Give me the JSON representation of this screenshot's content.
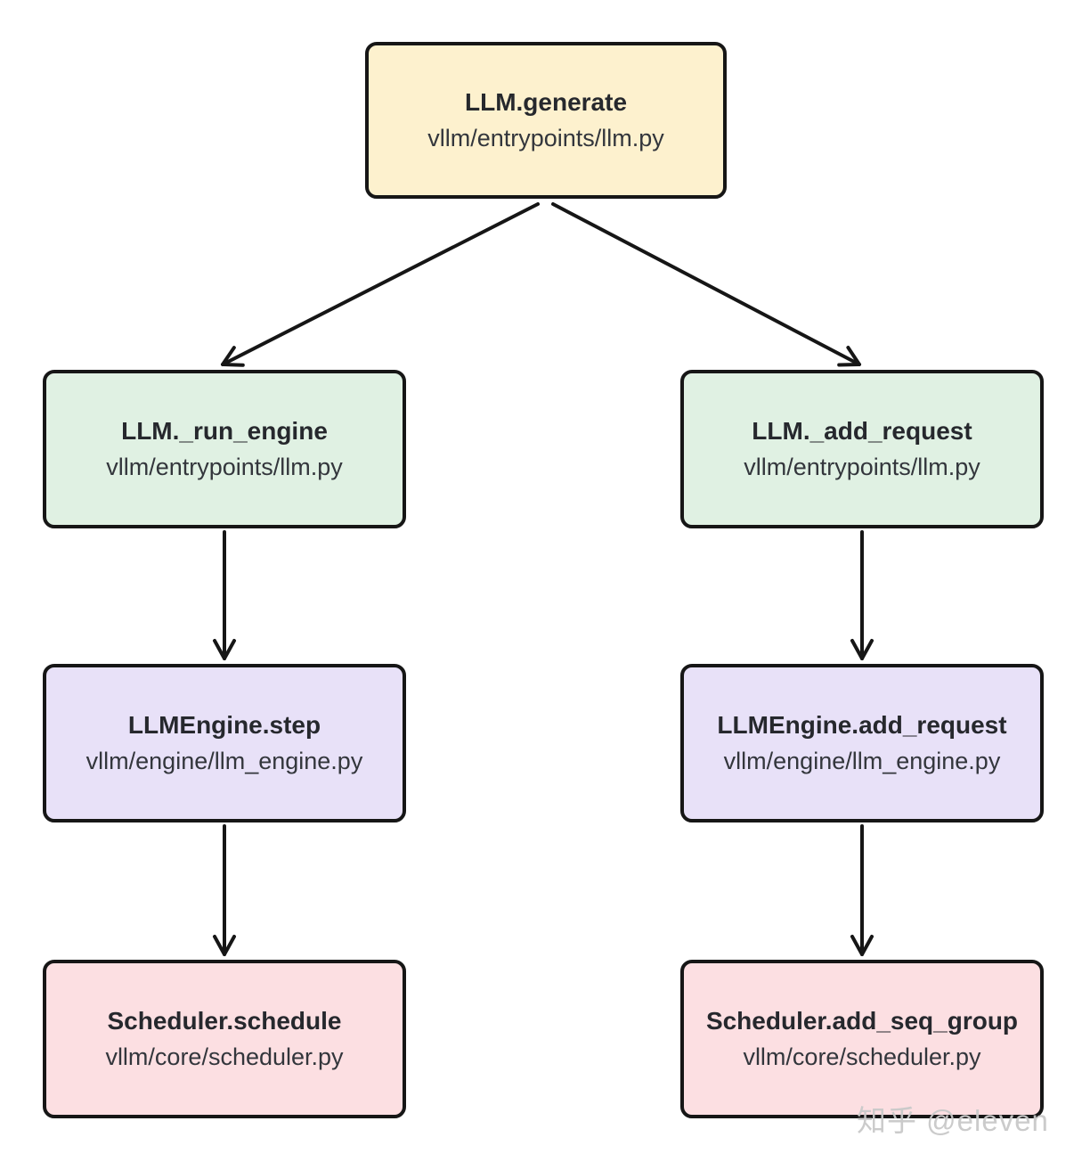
{
  "colors": {
    "background": "#ffffff",
    "node_border": "#161616",
    "arrow": "#161616",
    "title_text": "#26282d",
    "path_text": "#33363c",
    "watermark_text": "#c9c9c9",
    "yellow_fill": "#fdf1ce",
    "green_fill": "#e0f1e3",
    "purple_fill": "#e8e1f8",
    "pink_fill": "#fcdfe2"
  },
  "diagram": {
    "nodes": [
      {
        "id": "llm-generate",
        "label": "LLM.generate",
        "path": "vllm/entrypoints/llm.py",
        "fill": "#fdf1ce"
      },
      {
        "id": "llm-run-engine",
        "label": "LLM._run_engine",
        "path": "vllm/entrypoints/llm.py",
        "fill": "#e0f1e3"
      },
      {
        "id": "llm-add-request",
        "label": "LLM._add_request",
        "path": "vllm/entrypoints/llm.py",
        "fill": "#e0f1e3"
      },
      {
        "id": "llmengine-step",
        "label": "LLMEngine.step",
        "path": "vllm/engine/llm_engine.py",
        "fill": "#e8e1f8"
      },
      {
        "id": "llmengine-add-request",
        "label": "LLMEngine.add_request",
        "path": "vllm/engine/llm_engine.py",
        "fill": "#e8e1f8"
      },
      {
        "id": "scheduler-schedule",
        "label": "Scheduler.schedule",
        "path": "vllm/core/scheduler.py",
        "fill": "#fcdfe2"
      },
      {
        "id": "scheduler-add-seq-group",
        "label": "Scheduler.add_seq_group",
        "path": "vllm/core/scheduler.py",
        "fill": "#fcdfe2"
      }
    ],
    "edges": [
      {
        "from": "llm-generate",
        "to": "llm-run-engine"
      },
      {
        "from": "llm-generate",
        "to": "llm-add-request"
      },
      {
        "from": "llm-run-engine",
        "to": "llmengine-step"
      },
      {
        "from": "llm-add-request",
        "to": "llmengine-add-request"
      },
      {
        "from": "llmengine-step",
        "to": "scheduler-schedule"
      },
      {
        "from": "llmengine-add-request",
        "to": "scheduler-add-seq-group"
      }
    ],
    "watermark": "知乎 @eleven"
  }
}
